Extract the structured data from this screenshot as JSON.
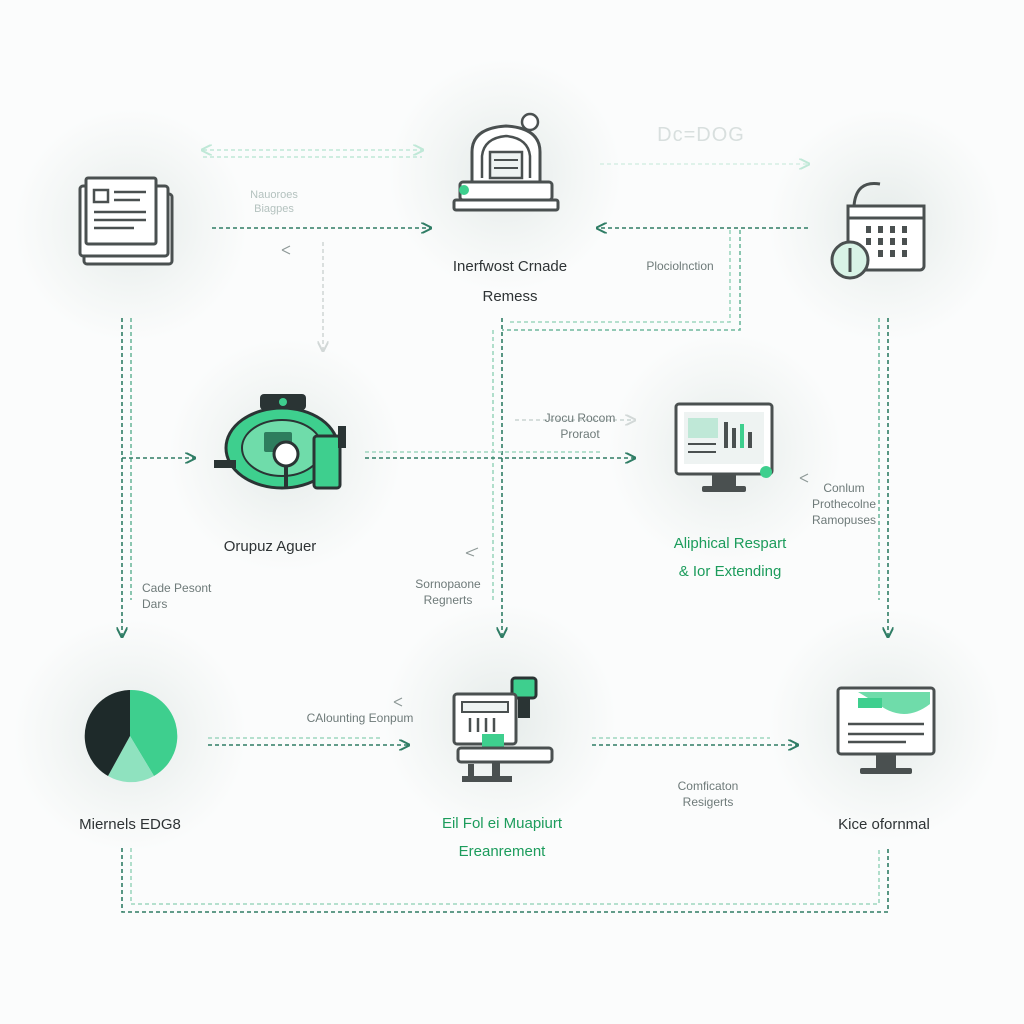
{
  "nodes": {
    "top_center": {
      "label_lines": [
        "Inerfwost Crnade",
        "Remess"
      ]
    },
    "middle_left": {
      "label": "Orupuz Aguer"
    },
    "middle_right": {
      "label_lines": [
        "Aliphical Respart",
        "& Ior Extending"
      ]
    },
    "bottom_left": {
      "label": "Miernels EDG8"
    },
    "bottom_center": {
      "label_lines": [
        "Eil Fol ei Muapiurt",
        "Ereanrement"
      ]
    },
    "bottom_right": {
      "label": "Kice ofornmal"
    }
  },
  "edge_labels": {
    "top_left_arrow": [
      "Nauoroes",
      "Biagpes"
    ],
    "top_right_arrow": [
      "Plociolnction"
    ],
    "top_right_faint": [
      "Dc=DOG"
    ],
    "mid_center_arrow": [
      "Jrocu Rocom",
      "Proraot"
    ],
    "left_vertical": [
      "Cade Pesont",
      "Dars"
    ],
    "center_vertical": [
      "Sornopaone",
      "Regnerts"
    ],
    "right_vertical": [
      "Conlum",
      "Prothecolne",
      "Ramopuses"
    ],
    "bottom_left_arrow": [
      "CAlounting Eonpum"
    ],
    "bottom_right_arrow": [
      "Comficaton",
      "Resigerts"
    ]
  },
  "colors": {
    "accent": "#3ecf8e",
    "accent_light": "#8fe2bf",
    "dark": "#1e2a2a",
    "line": "#2f7d65",
    "line_faint": "#bfe8d7",
    "outline": "#4a5050"
  }
}
